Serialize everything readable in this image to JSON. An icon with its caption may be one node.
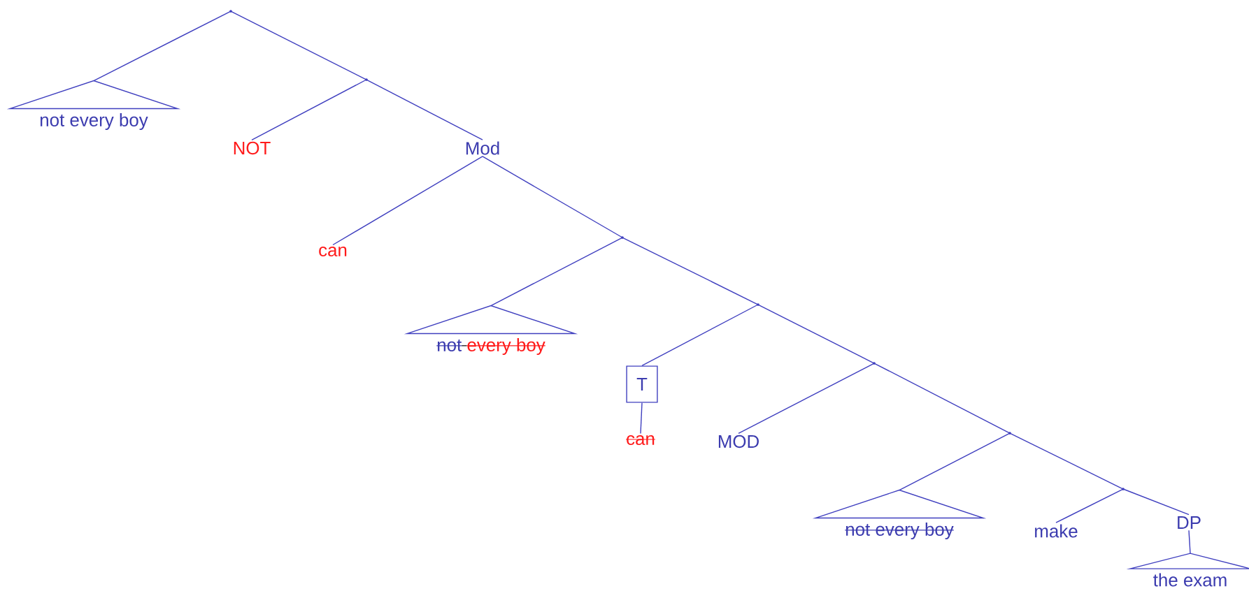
{
  "diagram": {
    "nodes": [
      {
        "text": [],
        "shape": "point"
      },
      {
        "text": [
          "not every boy"
        ]
      },
      {
        "text": [],
        "shape": "point"
      },
      {
        "text": [
          "NOT"
        ]
      },
      {
        "text": [
          "Mod"
        ]
      },
      {
        "text": [
          "can"
        ]
      },
      {
        "text": [],
        "shape": "point"
      },
      {
        "text": [
          "not",
          "every boy"
        ]
      },
      {
        "text": [],
        "shape": "point"
      },
      {
        "text": [
          "T"
        ]
      },
      {
        "text": [
          "can"
        ]
      },
      {
        "text": [],
        "shape": "point"
      },
      {
        "text": [
          "MOD"
        ]
      },
      {
        "text": [],
        "shape": "point"
      },
      {
        "text": [
          "not every boy"
        ]
      },
      {
        "text": [],
        "shape": "point"
      },
      {
        "text": [
          "make"
        ]
      },
      {
        "text": [
          "DP"
        ]
      },
      {
        "text": [
          "the exam"
        ]
      }
    ],
    "edges": [
      {
        "from": 0,
        "to": 1,
        "arrow": "none"
      },
      {
        "from": 0,
        "to": 2,
        "arrow": "none"
      },
      {
        "from": 2,
        "to": 3,
        "arrow": "none"
      },
      {
        "from": 2,
        "to": 4,
        "arrow": "none"
      },
      {
        "from": 4,
        "to": 5,
        "arrow": "none"
      },
      {
        "from": 4,
        "to": 6,
        "arrow": "none"
      },
      {
        "from": 6,
        "to": 7,
        "arrow": "none"
      },
      {
        "from": 6,
        "to": 8,
        "arrow": "none"
      },
      {
        "from": 8,
        "to": 9,
        "arrow": "none"
      },
      {
        "from": 9,
        "to": 10,
        "arrow": "none"
      },
      {
        "from": 8,
        "to": 11,
        "arrow": "none"
      },
      {
        "from": 11,
        "to": 12,
        "arrow": "none"
      },
      {
        "from": 11,
        "to": 13,
        "arrow": "none"
      },
      {
        "from": 13,
        "to": 14,
        "arrow": "none"
      },
      {
        "from": 13,
        "to": 15,
        "arrow": "none"
      },
      {
        "from": 15,
        "to": 16,
        "arrow": "none"
      },
      {
        "from": 15,
        "to": 17,
        "arrow": "none"
      },
      {
        "from": 17,
        "to": 18,
        "arrow": "none"
      }
    ]
  }
}
